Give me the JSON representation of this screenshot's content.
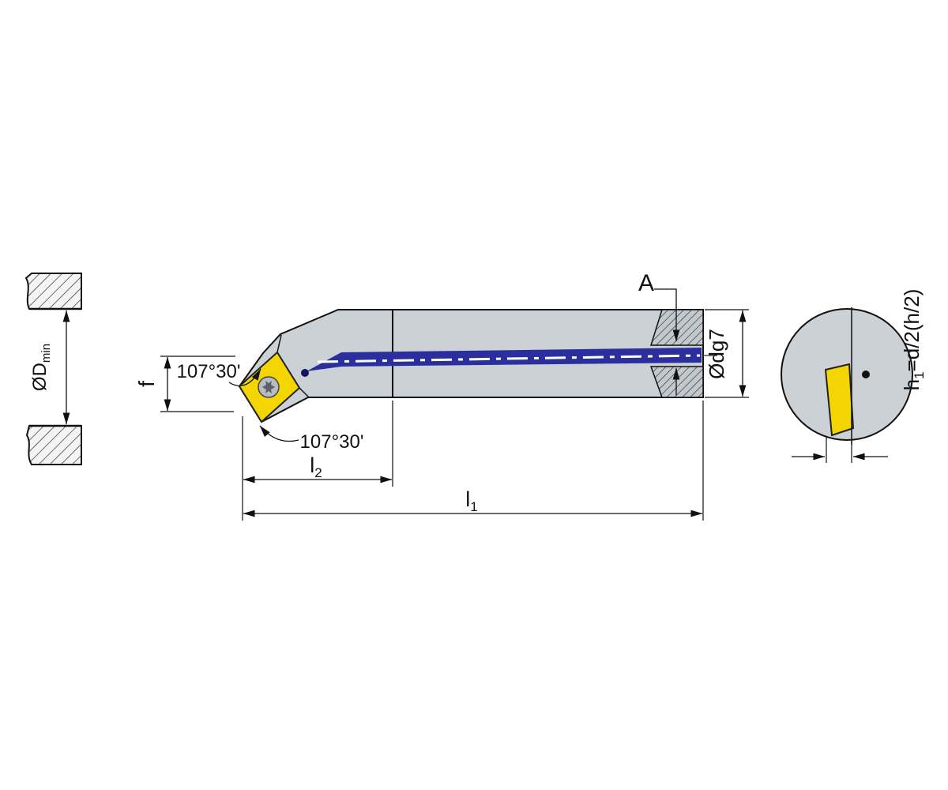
{
  "drawing": {
    "labels": {
      "bore_min_diameter": {
        "base": "ØD",
        "sub": "min"
      },
      "offset_f": "f",
      "angle_upper": "107°30'",
      "angle_lower": "107°30'",
      "length_l2": {
        "base": "l",
        "sub": "2"
      },
      "length_l1": {
        "base": "l",
        "sub": "1"
      },
      "section_mark": "A",
      "shank_diameter": "Ødg7",
      "height_h1": {
        "base": "h",
        "sub": "1",
        "rest": "=d/2(h/2)"
      }
    },
    "colors": {
      "body": "#ccd1d5",
      "insert": "#f2d501",
      "coolant": "#2b2f9e",
      "outline": "#111111",
      "background": "#ffffff"
    }
  }
}
